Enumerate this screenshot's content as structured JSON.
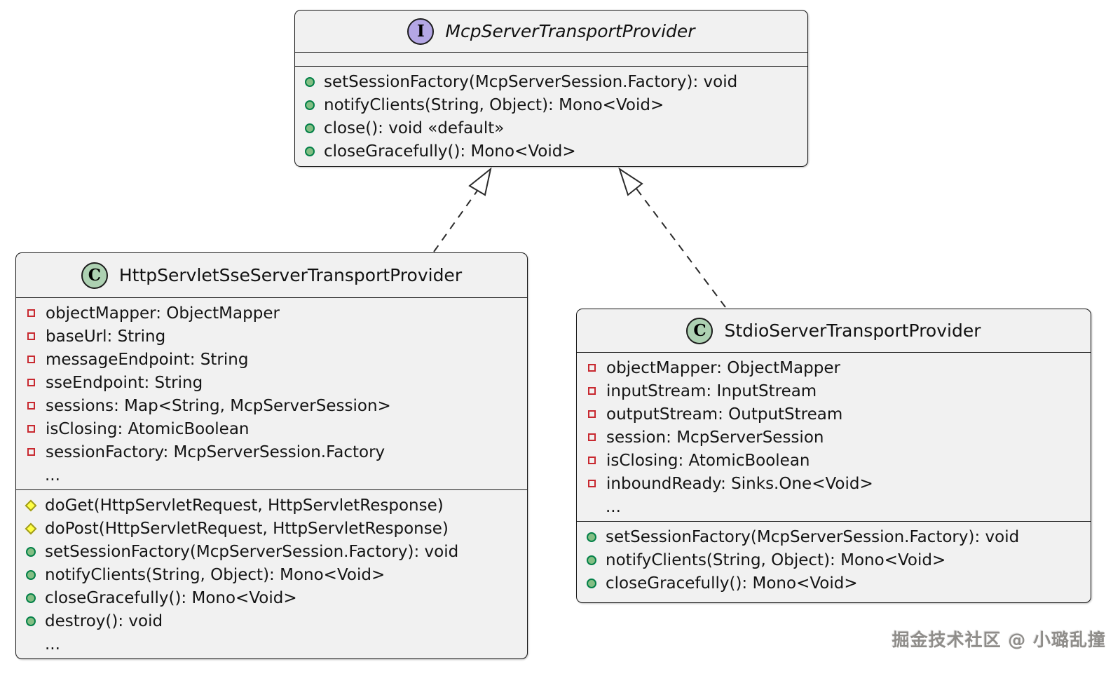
{
  "diagram": {
    "watermark": "掘金技术社区 @ 小璐乱撞",
    "colors": {
      "box_fill": "#F1F1F1",
      "box_border": "#181818",
      "interface_badge_fill": "#B4A7E5",
      "class_badge_fill": "#ADD1B2",
      "public_icon_fill": "#84BE84",
      "public_icon_border": "#038048",
      "private_icon_border": "#C82930",
      "protected_icon_fill": "#FFFF44"
    },
    "boxes": {
      "interface": {
        "kind": "interface",
        "stereotype_letter": "I",
        "name": "McpServerTransportProvider",
        "fields": [],
        "methods": [
          {
            "vis": "public",
            "text": "setSessionFactory(McpServerSession.Factory): void"
          },
          {
            "vis": "public",
            "text": "notifyClients(String, Object): Mono<Void>"
          },
          {
            "vis": "public",
            "text": "close(): void «default»"
          },
          {
            "vis": "public",
            "text": "closeGracefully(): Mono<Void>"
          }
        ]
      },
      "http_servlet": {
        "kind": "class",
        "stereotype_letter": "C",
        "name": "HttpServletSseServerTransportProvider",
        "fields": [
          {
            "vis": "private",
            "text": "objectMapper: ObjectMapper"
          },
          {
            "vis": "private",
            "text": "baseUrl: String"
          },
          {
            "vis": "private",
            "text": "messageEndpoint: String"
          },
          {
            "vis": "private",
            "text": "sseEndpoint: String"
          },
          {
            "vis": "private",
            "text": "sessions: Map<String, McpServerSession>"
          },
          {
            "vis": "private",
            "text": "isClosing: AtomicBoolean"
          },
          {
            "vis": "private",
            "text": "sessionFactory: McpServerSession.Factory"
          },
          {
            "vis": "none",
            "text": "..."
          }
        ],
        "methods": [
          {
            "vis": "protected",
            "text": "doGet(HttpServletRequest, HttpServletResponse)"
          },
          {
            "vis": "protected",
            "text": "doPost(HttpServletRequest, HttpServletResponse)"
          },
          {
            "vis": "public",
            "text": "setSessionFactory(McpServerSession.Factory): void"
          },
          {
            "vis": "public",
            "text": "notifyClients(String, Object): Mono<Void>"
          },
          {
            "vis": "public",
            "text": "closeGracefully(): Mono<Void>"
          },
          {
            "vis": "public",
            "text": "destroy(): void"
          },
          {
            "vis": "none",
            "text": "..."
          }
        ]
      },
      "stdio": {
        "kind": "class",
        "stereotype_letter": "C",
        "name": "StdioServerTransportProvider",
        "fields": [
          {
            "vis": "private",
            "text": "objectMapper: ObjectMapper"
          },
          {
            "vis": "private",
            "text": "inputStream: InputStream"
          },
          {
            "vis": "private",
            "text": "outputStream: OutputStream"
          },
          {
            "vis": "private",
            "text": "session: McpServerSession"
          },
          {
            "vis": "private",
            "text": "isClosing: AtomicBoolean"
          },
          {
            "vis": "private",
            "text": "inboundReady: Sinks.One<Void>"
          },
          {
            "vis": "none",
            "text": "..."
          }
        ],
        "methods": [
          {
            "vis": "public",
            "text": "setSessionFactory(McpServerSession.Factory): void"
          },
          {
            "vis": "public",
            "text": "notifyClients(String, Object): Mono<Void>"
          },
          {
            "vis": "public",
            "text": "closeGracefully(): Mono<Void>"
          }
        ]
      }
    },
    "relations": [
      {
        "from": "HttpServletSseServerTransportProvider",
        "to": "McpServerTransportProvider",
        "type": "realization"
      },
      {
        "from": "StdioServerTransportProvider",
        "to": "McpServerTransportProvider",
        "type": "realization"
      }
    ]
  }
}
